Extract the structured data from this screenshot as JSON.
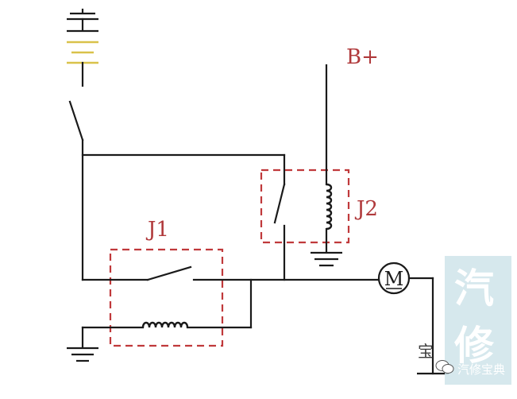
{
  "diagram": {
    "labels": {
      "b_plus": "B+",
      "relay1": "J1",
      "relay2": "J2",
      "motor": "M"
    },
    "colors": {
      "wire": "#1a1a1a",
      "relay_box": "#c0393b",
      "label": "#b0393b",
      "battery_plates": "#d9c24a"
    }
  },
  "watermark": {
    "char_top": "汽",
    "char_bottom": "修",
    "char_small": "宝",
    "brand": "汽修宝典",
    "icon": "wechat-icon"
  }
}
